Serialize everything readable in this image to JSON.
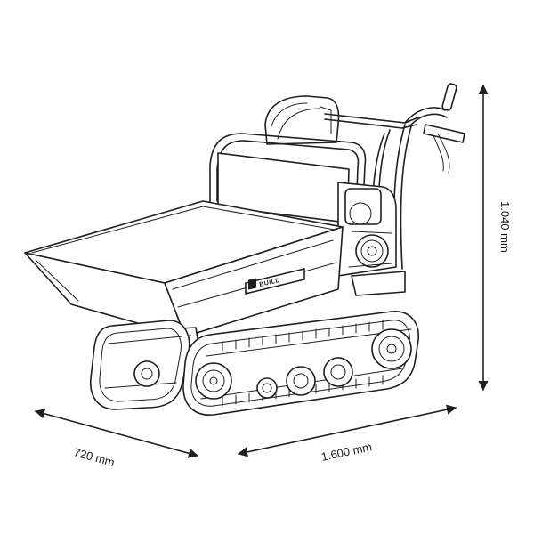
{
  "diagram": {
    "brand_label": "BUILD",
    "dimensions": {
      "width": "720 mm",
      "length": "1.600 mm",
      "height": "1.040 mm"
    }
  }
}
